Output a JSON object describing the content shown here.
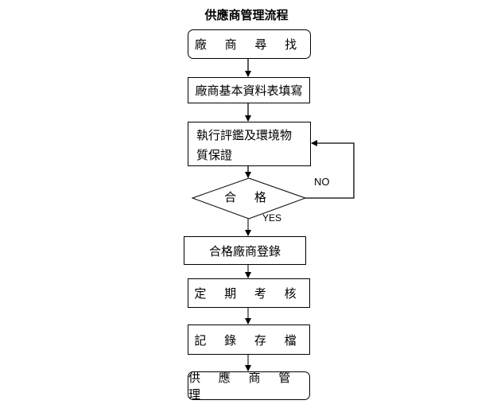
{
  "title": "供應商管理流程",
  "steps": {
    "s1": "廠 商 尋 找",
    "s2": "廠商基本資料表填寫",
    "s3": "執行評鑑及環境物質保證",
    "decision": "合 格",
    "s4": "合格廠商登錄",
    "s5": "定 期 考 核",
    "s6": "記 錄 存 檔",
    "s7": "供 應 商 管 理"
  },
  "labels": {
    "no": "NO",
    "yes": "YES"
  },
  "colors": {
    "line": "#000000",
    "connector": "#333333"
  }
}
